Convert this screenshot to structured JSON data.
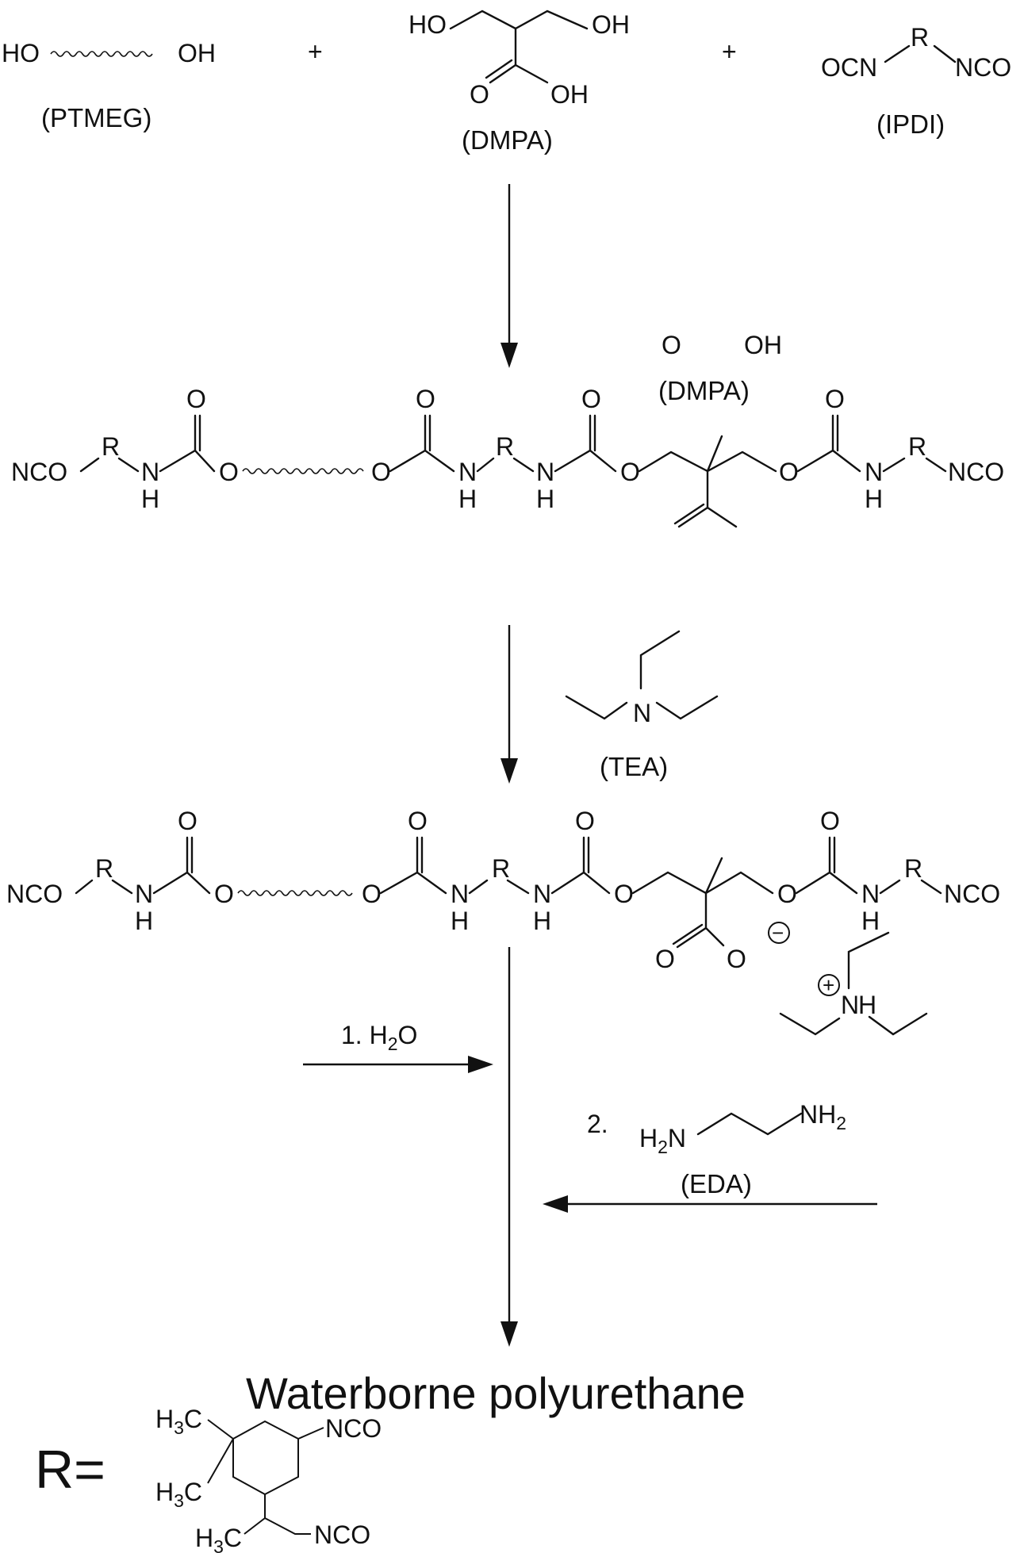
{
  "atoms": {
    "ho": "HO",
    "oh": "OH",
    "o": "O",
    "r": "R",
    "n": "N",
    "h": "H",
    "nco": "NCO",
    "ocn": "OCN",
    "plus": "+",
    "minus": "−"
  },
  "reactants": {
    "ptmeg": "(PTMEG)",
    "dmpa": "(DMPA)",
    "ipdi": "(IPDI)"
  },
  "intermediate": {
    "dmpa_label": "(DMPA)"
  },
  "neutralizer": {
    "label": "(TEA)"
  },
  "steps": {
    "water_prefix": "1. H",
    "water_sub": "2",
    "water_suffix": "O",
    "eda_number": "2.",
    "eda_left": "H",
    "eda_left_sub": "2",
    "eda_n": "N",
    "eda_right": "NH",
    "eda_right_sub": "2",
    "eda_label": "(EDA)"
  },
  "product": {
    "name": "Waterborne polyurethane"
  },
  "r_group": {
    "label": "R=",
    "methyl_prefix": "H",
    "methyl_sub": "3",
    "methyl_suffix": "C",
    "isocyanate": "NCO"
  }
}
